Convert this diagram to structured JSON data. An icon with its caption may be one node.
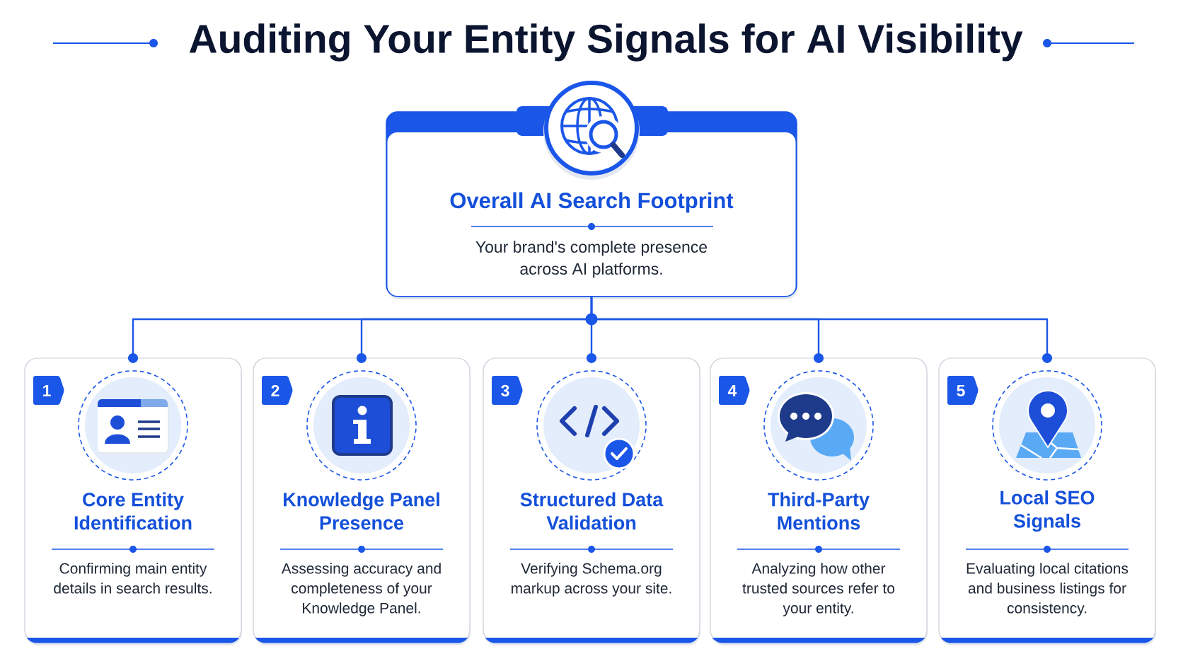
{
  "diagram": {
    "title": "Auditing Your Entity Signals for AI Visibility",
    "nodes": [
      {
        "text": [
          "Overall AI Search Footprint",
          "Your brand's complete presence across AI platforms."
        ]
      },
      {
        "text": [
          "1",
          "Core Entity Identification",
          "Confirming main entity details in search results."
        ]
      },
      {
        "text": [
          "2",
          "Knowledge Panel Presence",
          "Assessing accuracy and completeness of your Knowledge Panel."
        ]
      },
      {
        "text": [
          "3",
          "Structured Data Validation",
          "Verifying Schema.org markup across your site."
        ]
      },
      {
        "text": [
          "4",
          "Third-Party Mentions",
          "Analyzing how other trusted sources refer to your entity."
        ]
      },
      {
        "text": [
          "5",
          "Local SEO Signals",
          "Evaluating local citations and business listings for consistency."
        ]
      }
    ],
    "edges": [
      {
        "from": 0,
        "to": 1,
        "arrow": "other"
      },
      {
        "from": 0,
        "to": 2,
        "arrow": "other"
      },
      {
        "from": 0,
        "to": 3,
        "arrow": "other"
      },
      {
        "from": 0,
        "to": 4,
        "arrow": "other"
      },
      {
        "from": 0,
        "to": 5,
        "arrow": "other"
      }
    ]
  }
}
